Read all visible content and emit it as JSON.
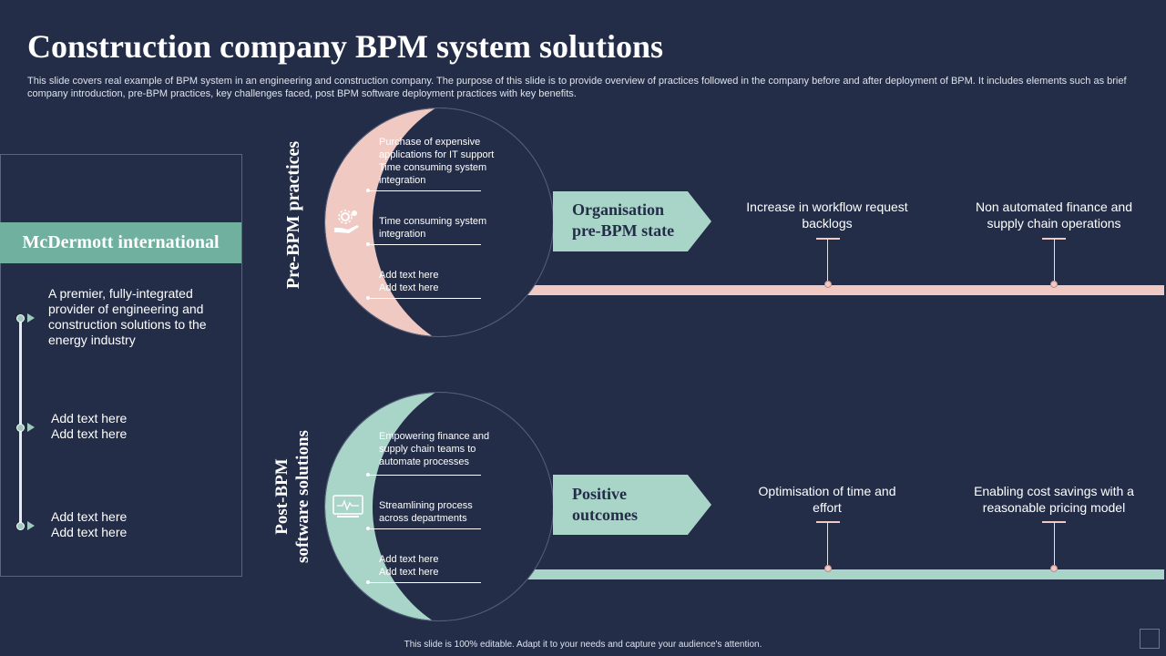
{
  "title": "Construction company BPM system solutions",
  "description": "This slide covers real example of BPM system in an engineering and construction company. The purpose of this slide is to provide overview of practices followed in the company before and after deployment of BPM. It includes elements such as brief company introduction, pre-BPM practices, key challenges faced, post BPM software deployment practices with key benefits.",
  "company": {
    "name": "McDermott international",
    "points": [
      "A premier, fully-integrated provider of engineering and construction solutions to the energy industry",
      "Add text here Add text here",
      "Add text here Add text here"
    ]
  },
  "pre": {
    "label": "Pre-BPM practices",
    "items": [
      "Purchase of expensive applications for IT support Time consuming system integration",
      "Time consuming system integration",
      "Add text here Add text here"
    ],
    "arrow": "Organisation pre-BPM state",
    "milestones": [
      "Increase in workflow request backlogs",
      "Non automated finance and supply chain operations"
    ],
    "accent": "#f0c9c2"
  },
  "post": {
    "label_line1": "Post-BPM",
    "label_line2": "software solutions",
    "items": [
      "Empowering finance and supply chain teams to automate processes",
      "Streamlining process across departments",
      "Add text here Add text here"
    ],
    "arrow": "Positive outcomes",
    "milestones": [
      "Optimisation of time and effort",
      "Enabling cost savings with a reasonable pricing model"
    ],
    "accent": "#a9d4c8"
  },
  "footer": "This slide is 100% editable. Adapt it to your needs and capture your audience's attention.",
  "icons": [
    "gear-hand-icon",
    "monitor-pulse-icon"
  ],
  "background": "#232d48"
}
